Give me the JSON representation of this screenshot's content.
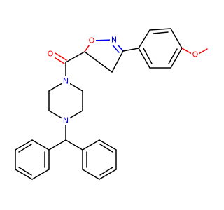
{
  "diagram": {
    "type": "skeletal-structure",
    "colors": {
      "bond": "#000000",
      "oxygen": "#ff0000",
      "nitrogen": "#0000ff",
      "background": "#ffffff"
    },
    "atom_labels": {
      "carbonyl_oxygen": "O",
      "ring_oxygen": "O",
      "ring_nitrogen": "N",
      "ether_oxygen": "O",
      "piperazine_n_top": "N",
      "piperazine_n_bottom": "N"
    }
  }
}
